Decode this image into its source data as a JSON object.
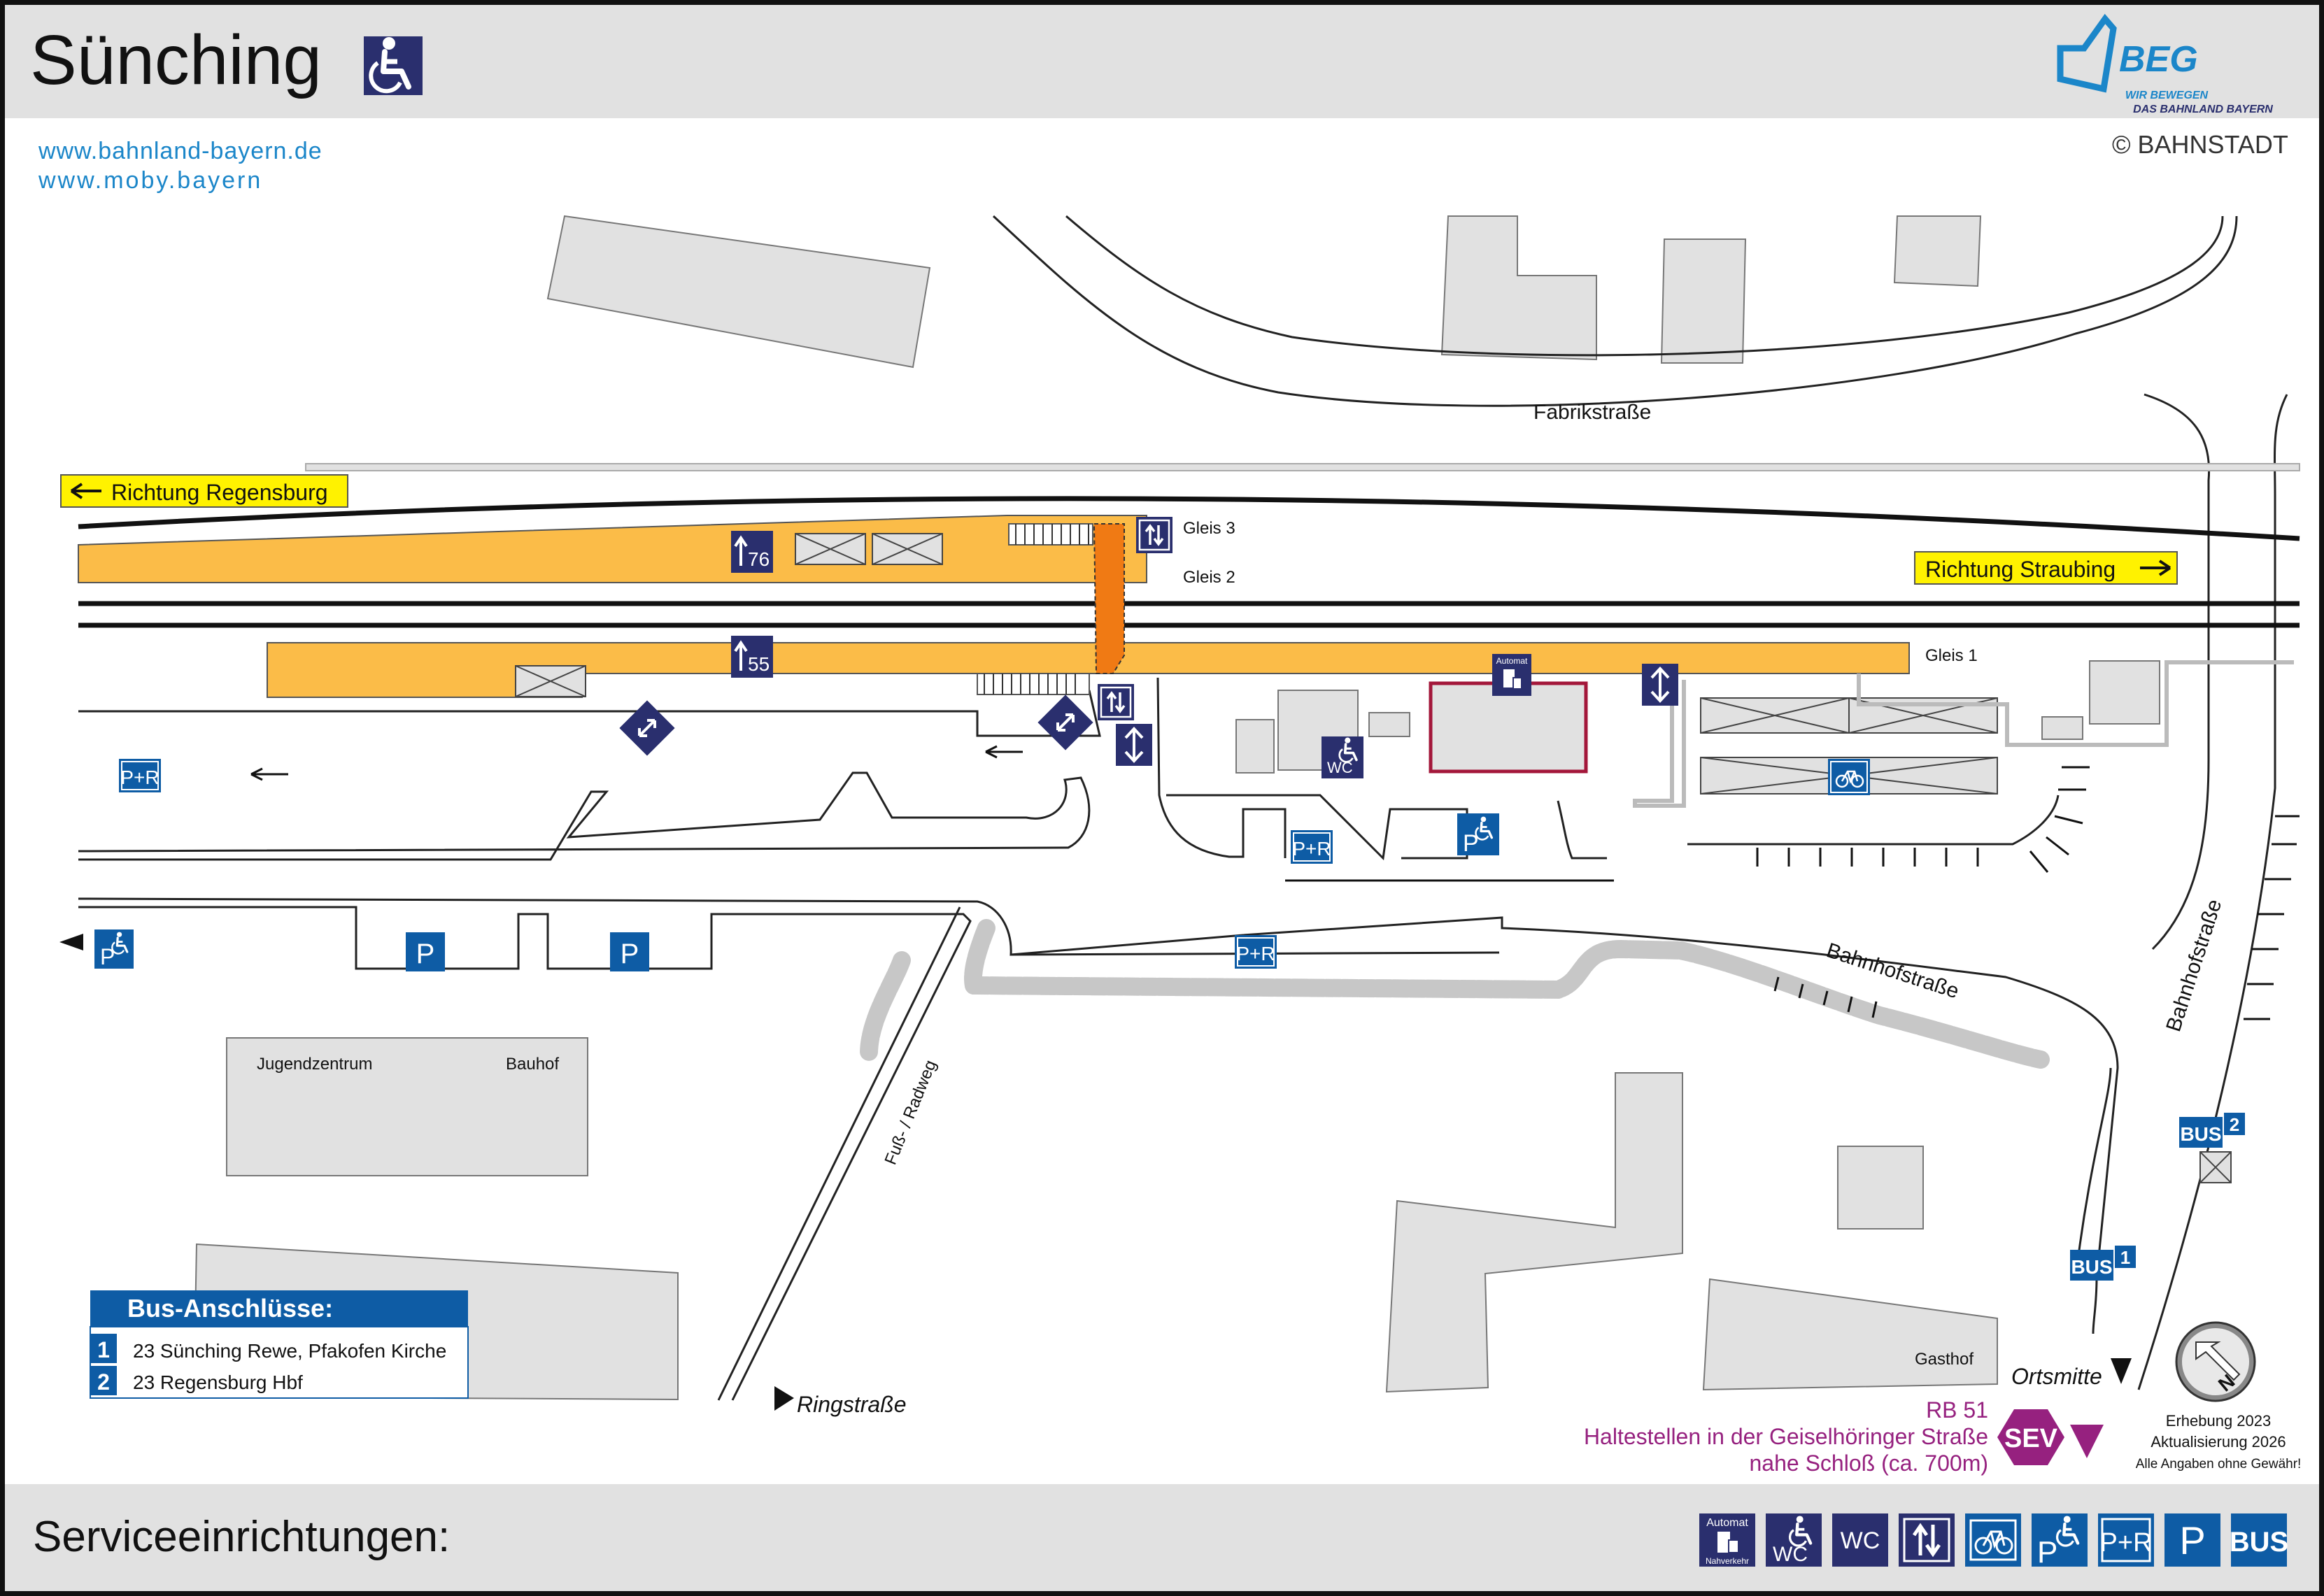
{
  "station": {
    "name": "Sünching"
  },
  "header": {
    "brand": "BEG",
    "slogan_line1": "WIR BEWEGEN",
    "slogan_line2": "DAS BAHNLAND BAYERN",
    "copyright": "© BAHNSTADT",
    "web1": "www.bahnland-bayern.de",
    "web2": "www.moby.bayern"
  },
  "directions": {
    "west": "Richtung Regensburg",
    "east": "Richtung Straubing"
  },
  "tracks": {
    "gleis1": "Gleis 1",
    "gleis2": "Gleis 2",
    "gleis3": "Gleis 3"
  },
  "platform_heights": {
    "north": "76",
    "south": "55"
  },
  "streets": {
    "fabrik": "Fabrikstraße",
    "bahnhof1": "Bahnhofstraße",
    "bahnhof2": "Bahnhofstraße",
    "radweg": "Fuß- / Radweg",
    "ring": "Ringstraße",
    "ortsmitte": "Ortsmitte"
  },
  "buildings": {
    "jugendzentrum": "Jugendzentrum",
    "bauhof": "Bauhof",
    "gasthof": "Gasthof"
  },
  "icons": {
    "automat_top": "Automat",
    "automat_bottom": "Nahverkehr",
    "wc": "WC",
    "p": "P",
    "pr": "P+R",
    "bus": "BUS",
    "bus_stop1": "1",
    "bus_stop2": "2",
    "sev": "SEV"
  },
  "bus_connections": {
    "title": "Bus-Anschlüsse:",
    "rows": [
      {
        "num": "1",
        "text": "23 Sünching Rewe, Pfakofen Kirche"
      },
      {
        "num": "2",
        "text": "23 Regensburg Hbf"
      }
    ]
  },
  "sev_info": {
    "line1": "RB 51",
    "line2": "Haltestellen in der Geiselhöringer Straße",
    "line3": "nahe Schloß (ca. 700m)"
  },
  "compass": {
    "n": "N"
  },
  "survey": {
    "line1": "Erhebung 2023",
    "line2": "Aktualisierung 2026",
    "line3": "Alle Angaben ohne Gewähr!"
  },
  "footer": {
    "services_label": "Serviceeinrichtungen:"
  },
  "colors": {
    "platform": "#fbbc48",
    "underpass": "#f07a14",
    "icon_dark": "#2a2f6e",
    "icon_blue": "#0e5ca5",
    "link": "#1b86c9",
    "sev": "#96217f",
    "direction_box": "#fff200",
    "travel_center": "#a3173a",
    "building": "#e1e1e1",
    "hedge": "#c7c7c7"
  }
}
